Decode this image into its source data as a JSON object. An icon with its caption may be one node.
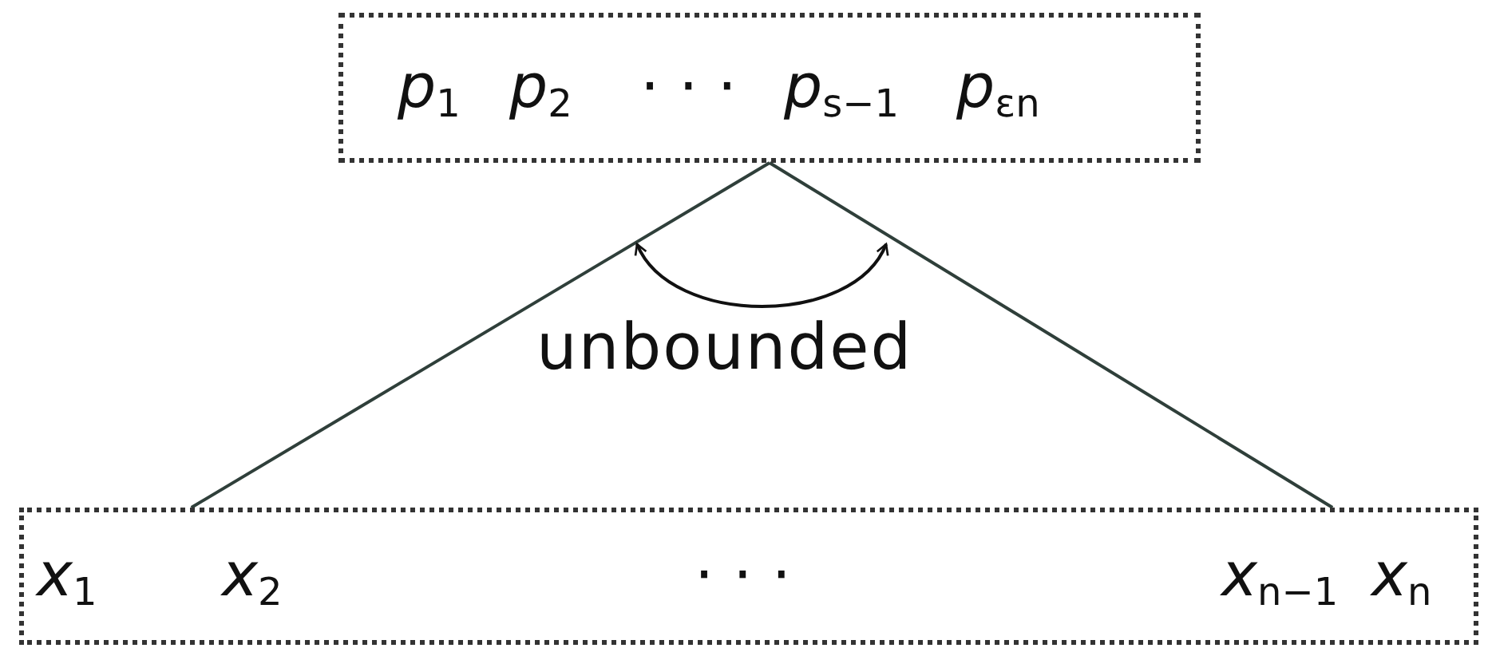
{
  "diagram": {
    "nodes": [
      {
        "text": [
          "*p*$_{1}$",
          "*p*$_{2}$",
          "· · ·",
          "*p*$_{s−1}$",
          "*p*$_{εn}$"
        ]
      },
      {
        "text": [
          "*x*$_{1}$",
          "*x*$_{2}$",
          "· · ·",
          "*x*$_{n−1}$",
          "*x*$_{n}$"
        ]
      }
    ],
    "edges": [
      {
        "from": 0,
        "to": 1,
        "arrow": "none"
      },
      {
        "from": 0,
        "to": 1,
        "arrow": "none"
      }
    ],
    "labels": [
      "unbounded"
    ]
  }
}
